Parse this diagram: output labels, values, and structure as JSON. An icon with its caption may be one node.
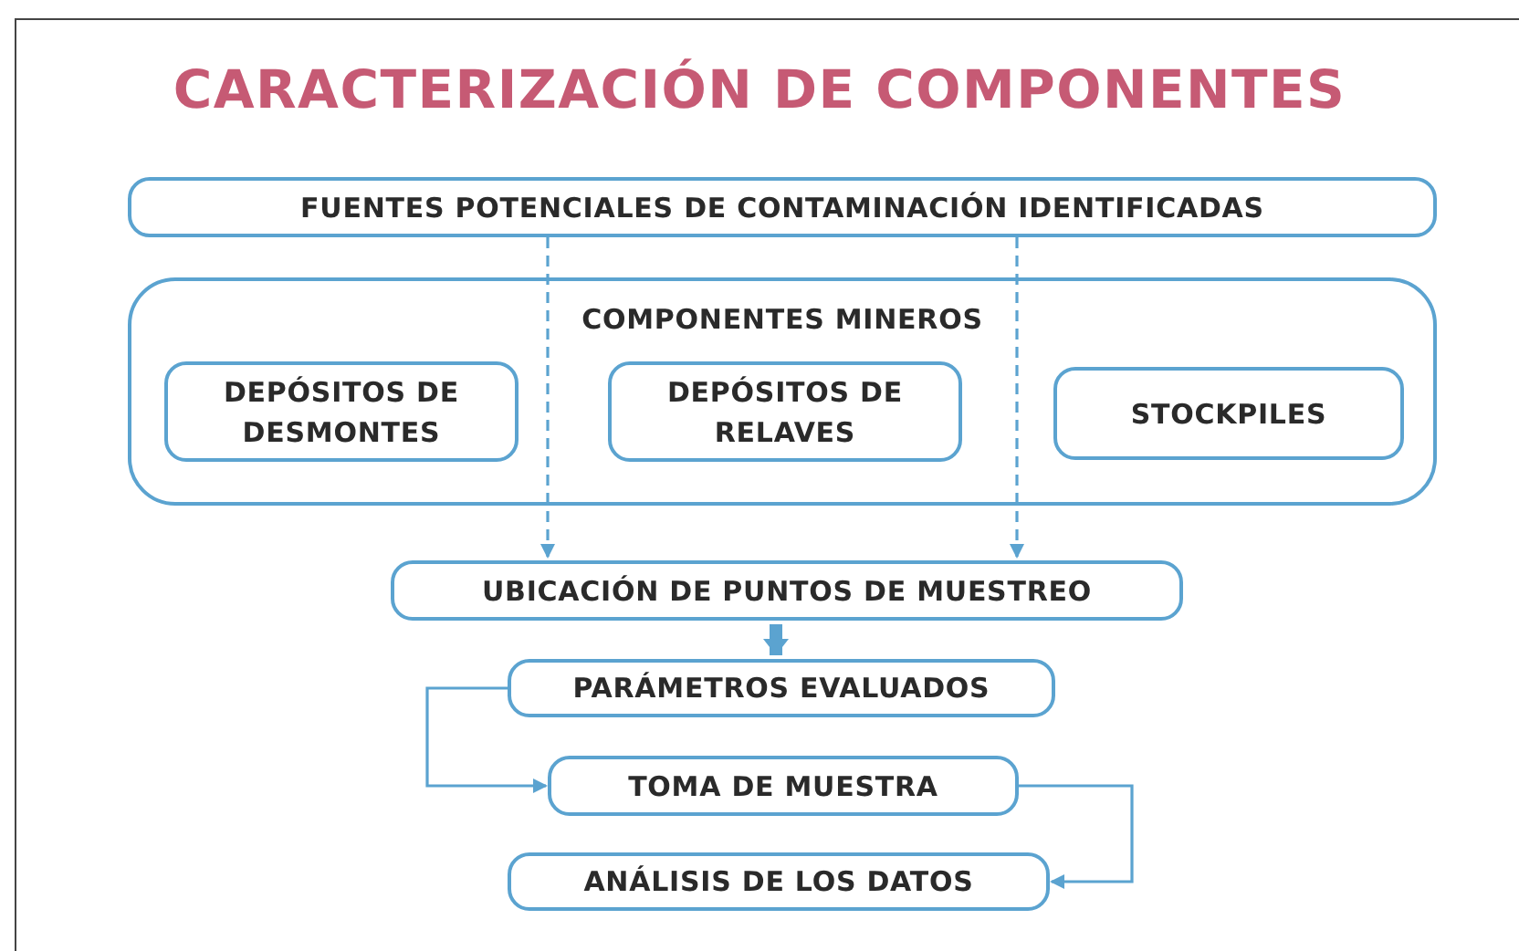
{
  "diagram": {
    "title": "CARACTERIZACIÓN DE COMPONENTES",
    "nodes": [
      {
        "text": [
          "FUENTES POTENCIALES DE CONTAMINACIÓN IDENTIFICADAS"
        ]
      },
      {
        "text": [
          "COMPONENTES MINEROS"
        ]
      },
      {
        "text": [
          "DEPÓSITOS DE DESMONTES"
        ],
        "in": 1
      },
      {
        "text": [
          "DEPÓSITOS DE RELAVES"
        ],
        "in": 1
      },
      {
        "text": [
          "STOCKPILES"
        ],
        "in": 1
      },
      {
        "text": [
          "UBICACIÓN DE PUNTOS DE MUESTREO"
        ]
      },
      {
        "text": [
          "PARÁMETROS EVALUADOS"
        ]
      },
      {
        "text": [
          "TOMA DE MUESTRA"
        ]
      },
      {
        "text": [
          "ANÁLISIS DE LOS DATOS"
        ]
      }
    ],
    "edges": [
      {
        "from": 0,
        "to": 5,
        "arrow": "to",
        "style": "dashed"
      },
      {
        "from": 0,
        "to": 5,
        "arrow": "to",
        "style": "dashed"
      },
      {
        "from": 5,
        "to": 6,
        "arrow": "to",
        "style": "thick"
      },
      {
        "from": 6,
        "to": 7,
        "arrow": "to"
      },
      {
        "from": 7,
        "to": 8,
        "arrow": "to"
      }
    ]
  }
}
